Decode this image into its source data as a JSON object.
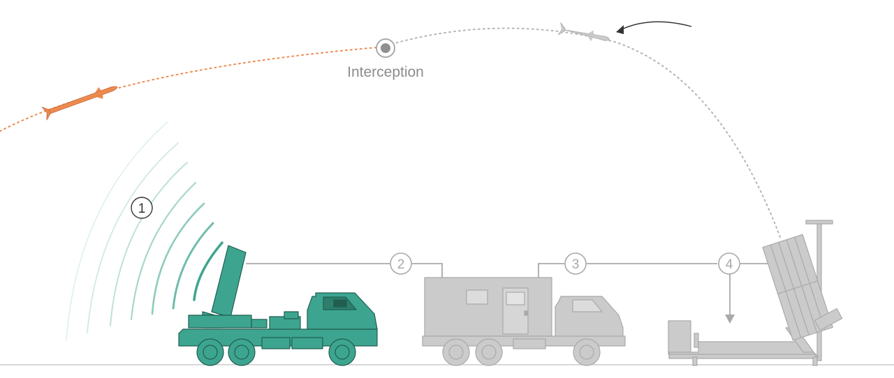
{
  "labels": {
    "interception": "Interception"
  },
  "steps": [
    {
      "number": "1"
    },
    {
      "number": "2"
    },
    {
      "number": "3"
    },
    {
      "number": "4"
    }
  ],
  "colors": {
    "hostile_missile": "#ee8a4e",
    "radar": "#3da58f",
    "radar_waves": "#3da58f",
    "inactive_vehicle": "#cbcbcb",
    "connector_line": "#a9a9a9",
    "trajectory_gray": "#b5b5b5",
    "ground": "#cccccc",
    "label_gray": "#8c8c8c"
  },
  "icons": [
    "hostile-rocket-icon",
    "interceptor-missile-icon",
    "interception-point-icon",
    "radar-truck-icon",
    "control-center-truck-icon",
    "missile-launcher-icon"
  ]
}
